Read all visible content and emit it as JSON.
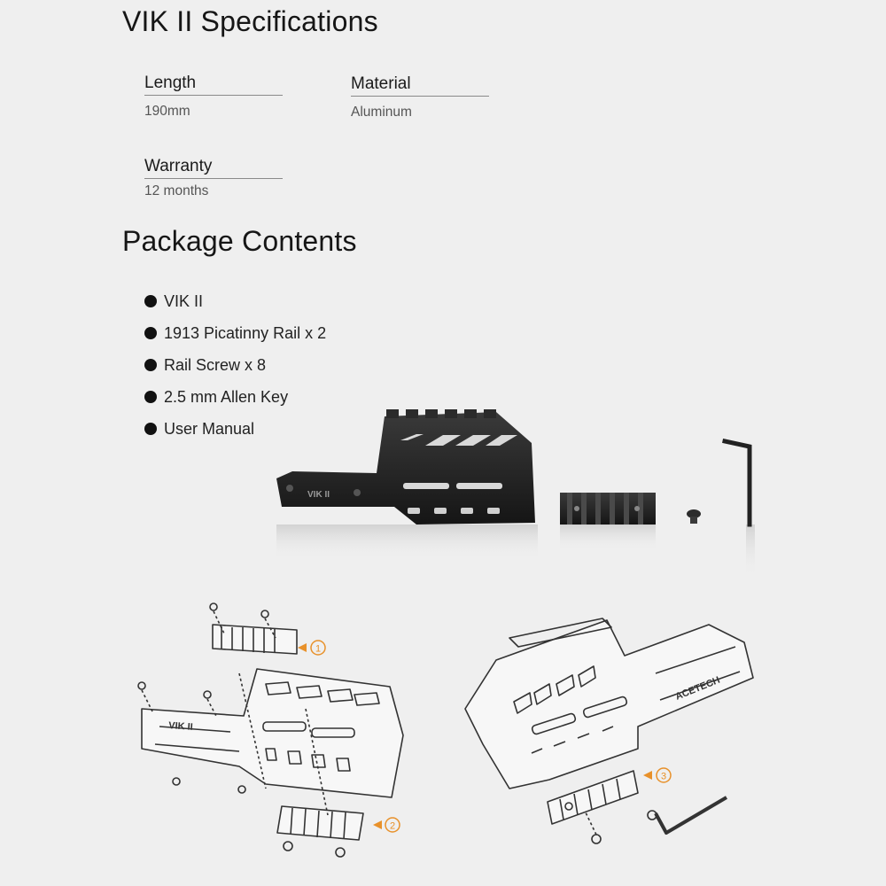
{
  "specs_title": "VIK II Specifications",
  "specs": [
    {
      "label": "Length",
      "value": "190mm"
    },
    {
      "label": "Material",
      "value": "Aluminum"
    },
    {
      "label": "Warranty",
      "value": "12 months"
    }
  ],
  "contents_title": "Package Contents",
  "contents": [
    "VIK II",
    "1913 Picatinny Rail x 2",
    "Rail Screw x 8",
    "2.5 mm Allen Key",
    "User Manual"
  ],
  "product_engraving": "VIK II",
  "diagram": {
    "engraving_left": "VIK II",
    "engraving_right": "ACETECH",
    "callouts": [
      "1",
      "2",
      "3"
    ],
    "accent": "#e8912a"
  }
}
